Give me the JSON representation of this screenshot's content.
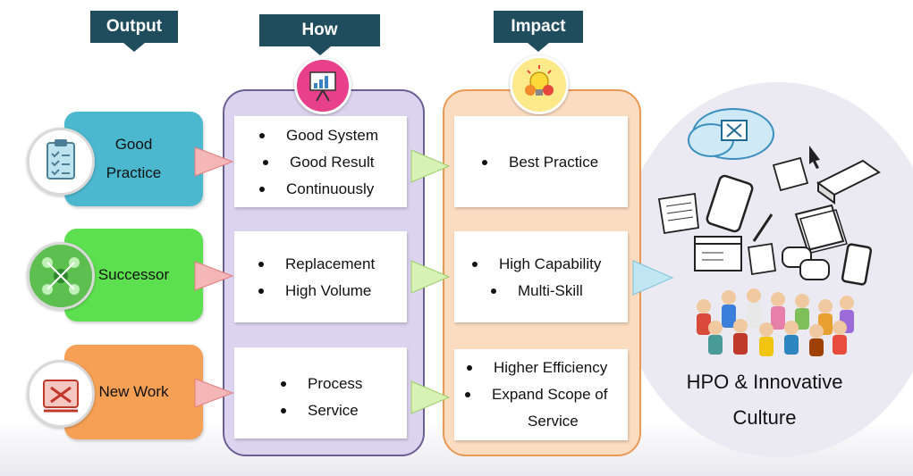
{
  "headers": {
    "output": "Output",
    "how": "How",
    "impact": "Impact"
  },
  "outputs": [
    {
      "line1": "Good",
      "line2": "Practice",
      "color": "#4bb8d0"
    },
    {
      "line1": "Successor",
      "color": "#5de04f"
    },
    {
      "line1": "New Work",
      "color": "#f5a055"
    }
  ],
  "how": [
    [
      "Good System",
      "Good Result",
      "Continuously"
    ],
    [
      "Replacement",
      "High Volume"
    ],
    [
      "Process",
      "Service"
    ]
  ],
  "impact": [
    [
      "Best Practice"
    ],
    [
      "High Capability",
      "Multi-Skill"
    ],
    [
      "Higher Efficiency",
      "Expand Scope of",
      "Service"
    ]
  ],
  "result": {
    "line1": "HPO & Innovative",
    "line2": "Culture"
  },
  "colors": {
    "header": "#1f4d5e",
    "how_panel": "#dcd3ef",
    "impact_panel": "#fbdcc0",
    "arrow_output": "#f4b6b6",
    "arrow_how": "#d7f2b4",
    "arrow_impact": "#bfe6f2"
  },
  "icons": [
    "clipboard-icon",
    "people-network-icon",
    "tools-book-icon",
    "presentation-chart-icon",
    "lightbulb-gears-icon",
    "cloud-tools-icon"
  ]
}
